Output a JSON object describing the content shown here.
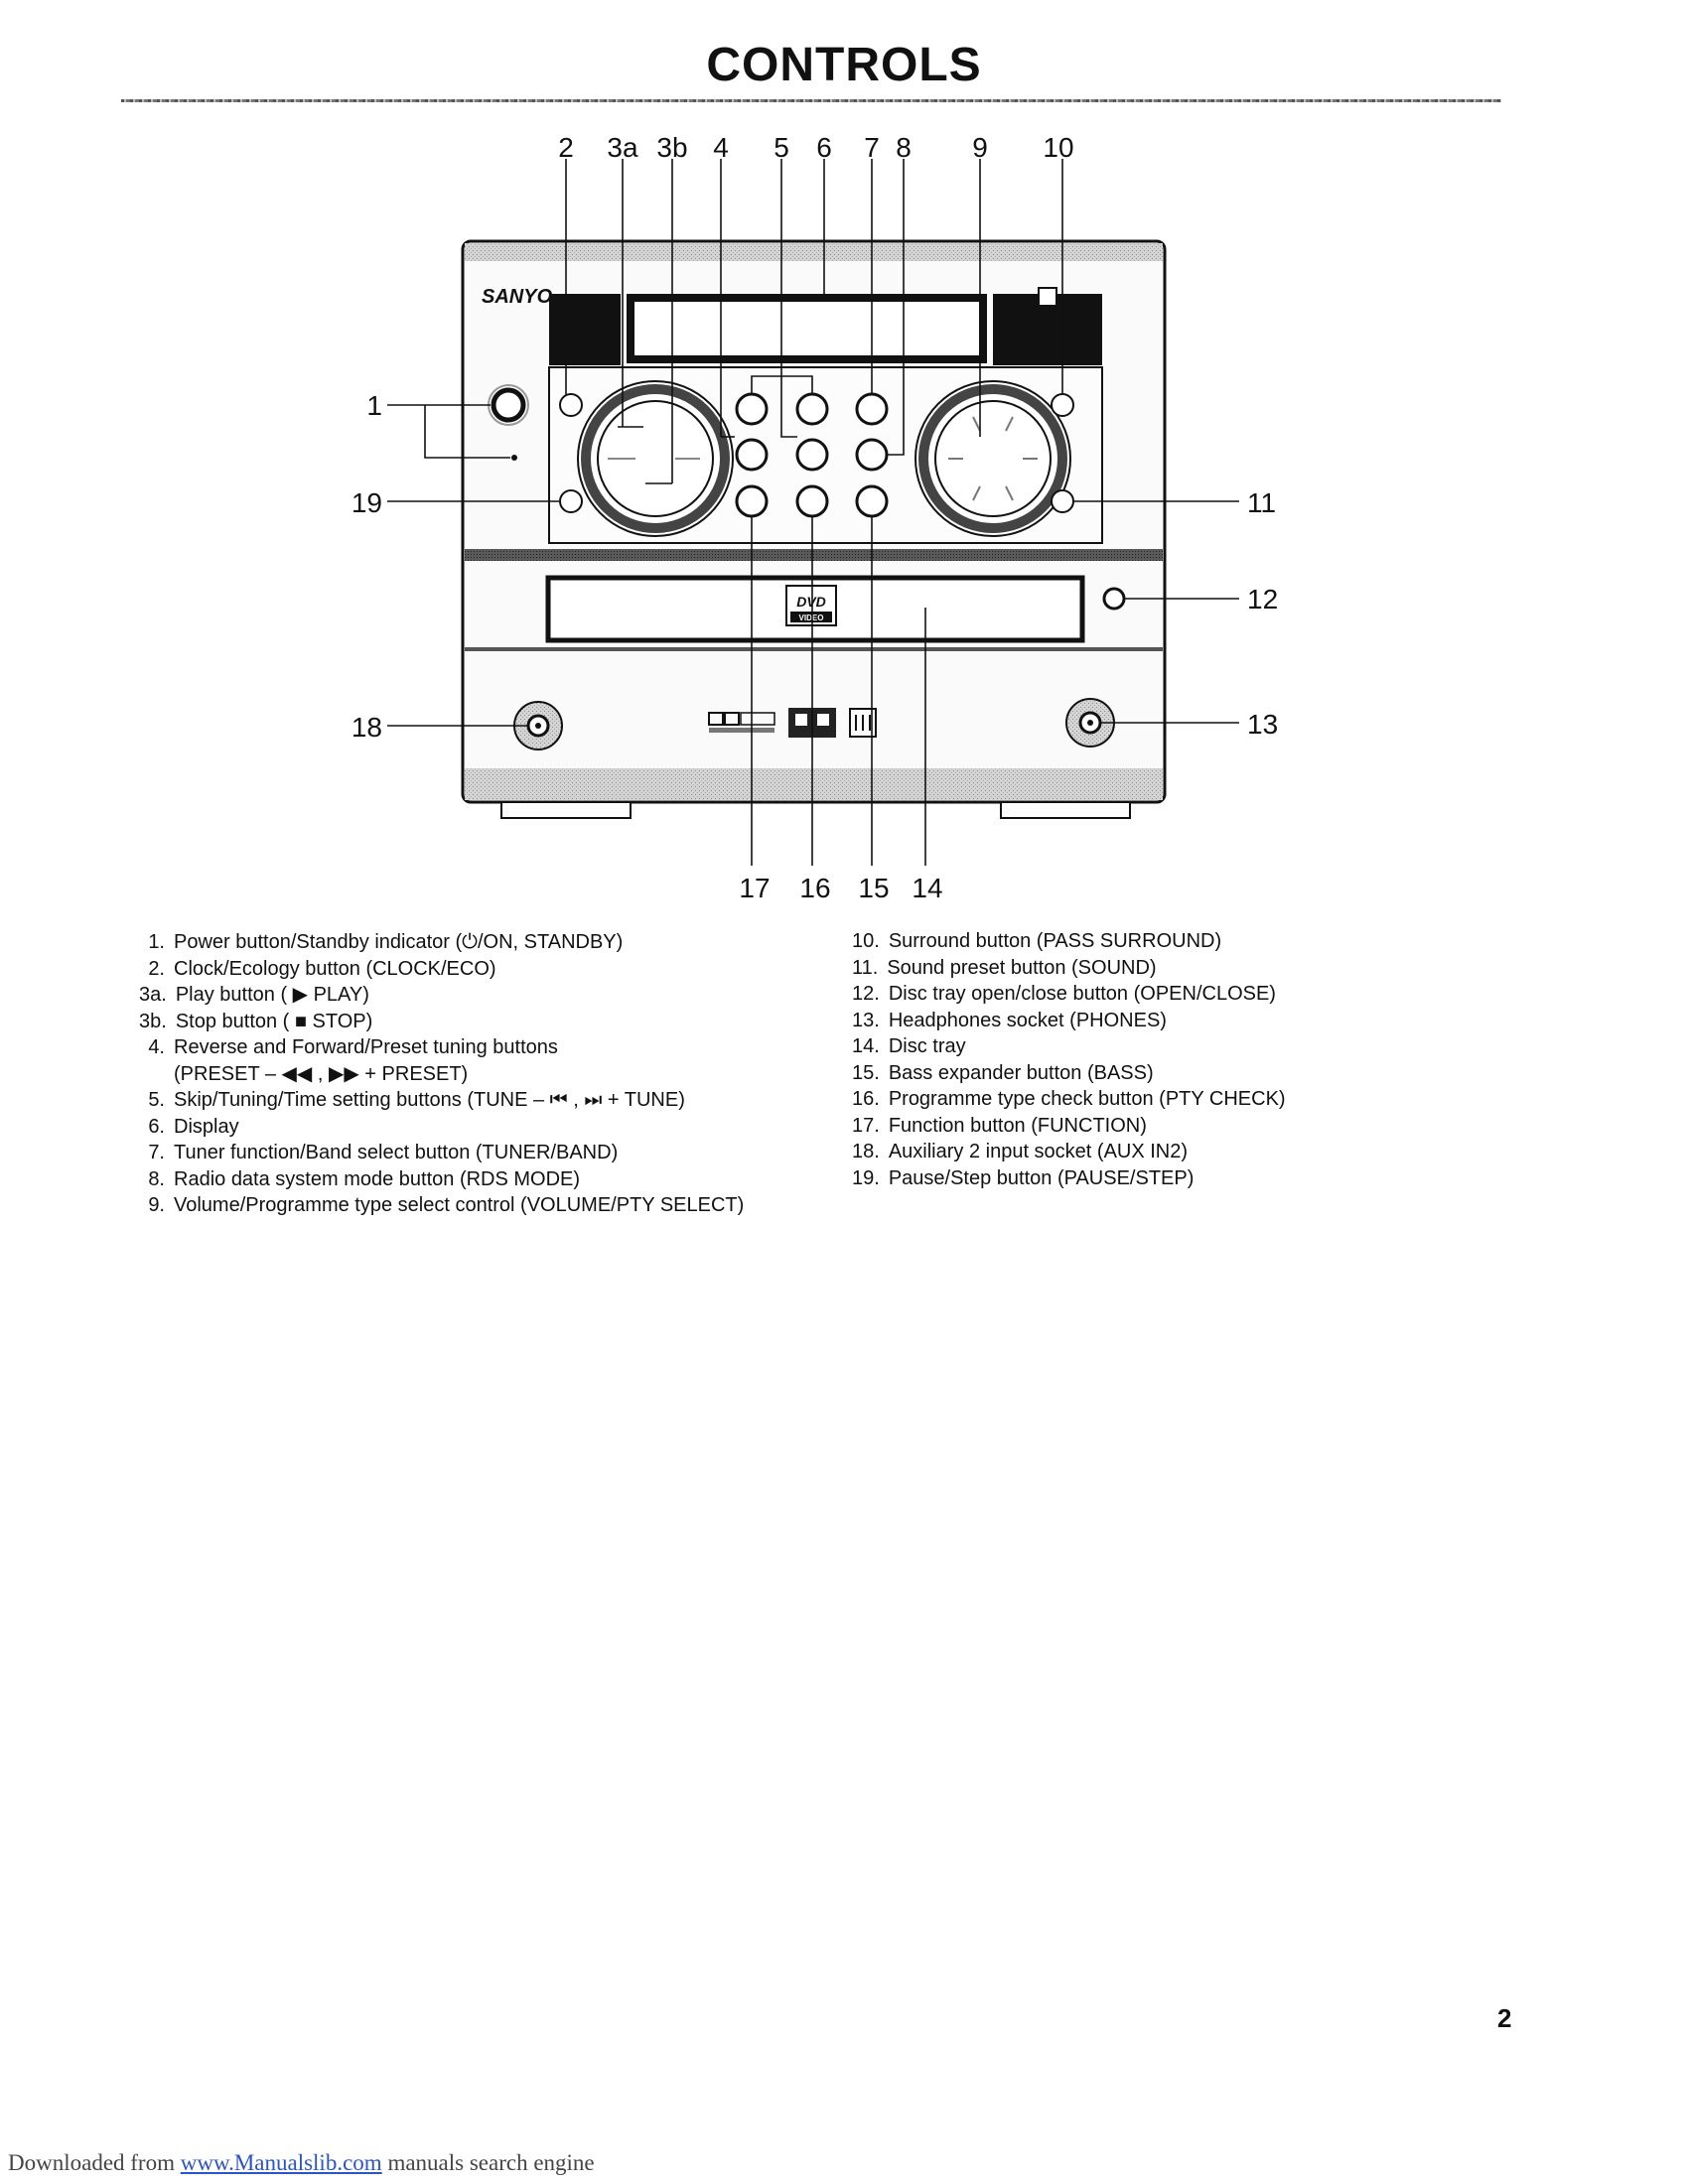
{
  "page": {
    "title": "CONTROLS",
    "page_number": "2"
  },
  "figure": {
    "brand": "SANYO",
    "dvd_logo_text": "DVD",
    "dvd_video_text": "VIDEO",
    "callouts": {
      "c1": "1",
      "c2": "2",
      "c3a": "3a",
      "c3b": "3b",
      "c4": "4",
      "c5": "5",
      "c6": "6",
      "c7": "7",
      "c8": "8",
      "c9": "9",
      "c10": "10",
      "c11": "11",
      "c12": "12",
      "c13": "13",
      "c14": "14",
      "c15": "15",
      "c16": "16",
      "c17": "17",
      "c18": "18",
      "c19": "19"
    }
  },
  "controls_left": [
    {
      "num": "1.",
      "text": "Power button/Standby indicator (⏻/ON, STANDBY)"
    },
    {
      "num": "2.",
      "text": "Clock/Ecology button (CLOCK/ECO)"
    },
    {
      "num": "3a.",
      "text": "Play button ( ▶ PLAY)"
    },
    {
      "num": "3b.",
      "text": "Stop button ( ■ STOP)"
    },
    {
      "num": "4.",
      "text": "Reverse and Forward/Preset tuning buttons"
    },
    {
      "num": "",
      "text": "(PRESET – ◀◀ , ▶▶ + PRESET)"
    },
    {
      "num": "5.",
      "text": "Skip/Tuning/Time setting buttons (TUNE – ⏮ , ⏭ + TUNE)"
    },
    {
      "num": "6.",
      "text": "Display"
    },
    {
      "num": "7.",
      "text": "Tuner function/Band select button (TUNER/BAND)"
    },
    {
      "num": "8.",
      "text": "Radio data system mode button (RDS MODE)"
    },
    {
      "num": "9.",
      "text": "Volume/Programme type select control (VOLUME/PTY SELECT)"
    }
  ],
  "controls_right": [
    {
      "num": "10.",
      "text": "Surround button (PASS SURROUND)"
    },
    {
      "num": "11.",
      "text": "Sound preset button (SOUND)"
    },
    {
      "num": "12.",
      "text": "Disc tray open/close button (OPEN/CLOSE)"
    },
    {
      "num": "13.",
      "text": "Headphones socket (PHONES)"
    },
    {
      "num": "14.",
      "text": "Disc tray"
    },
    {
      "num": "15.",
      "text": "Bass expander button (BASS)"
    },
    {
      "num": "16.",
      "text": "Programme type check button (PTY CHECK)"
    },
    {
      "num": "17.",
      "text": "Function button (FUNCTION)"
    },
    {
      "num": "18.",
      "text": "Auxiliary 2 input socket (AUX IN2)"
    },
    {
      "num": "19.",
      "text": "Pause/Step button (PAUSE/STEP)"
    }
  ],
  "footer": {
    "prefix": "Downloaded from ",
    "link": "www.Manualslib.com",
    "suffix": " manuals search engine"
  }
}
